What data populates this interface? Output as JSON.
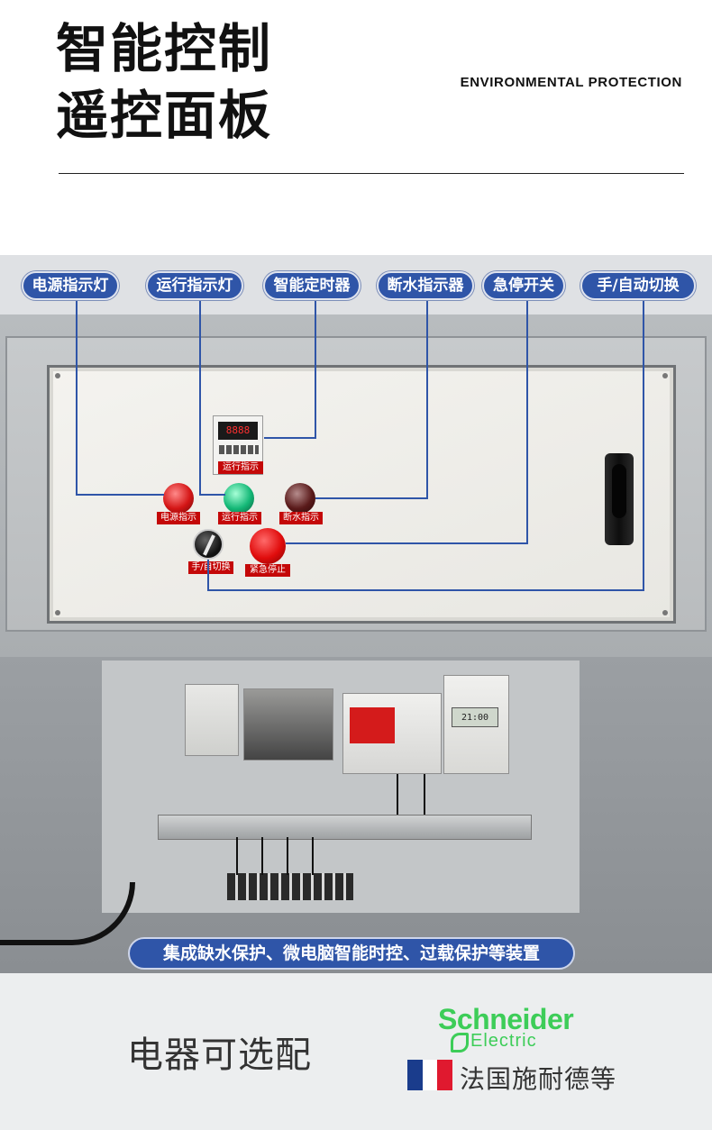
{
  "header": {
    "title_line_1": "智能控制",
    "title_line_2": "遥控面板",
    "subtitle": "ENVIRONMENTAL PROTECTION"
  },
  "callouts": [
    {
      "label": "电源指示灯"
    },
    {
      "label": "运行指示灯"
    },
    {
      "label": "智能定时器"
    },
    {
      "label": "断水指示器"
    },
    {
      "label": "急停开关"
    },
    {
      "label": "手/自动切换"
    }
  ],
  "panel_labels": {
    "timer": "运行指示",
    "power": "电源指示",
    "run": "运行指示",
    "water": "断水指示",
    "switch": "手/自切换",
    "estop": "紧急停止"
  },
  "readouts": {
    "timer_display": "8888",
    "din_timer_display": "21:00"
  },
  "banner": "集成缺水保护、微电脑智能时控、过载保护等装置",
  "footer": {
    "options_text": "电器可选配",
    "brand_name": "Schneider",
    "brand_sub": "Electric",
    "makers_text": "法国施耐德等"
  },
  "colors": {
    "accent_blue": "#2f55a8",
    "schneider_green": "#3dcd58",
    "plate_red": "#c40808"
  }
}
